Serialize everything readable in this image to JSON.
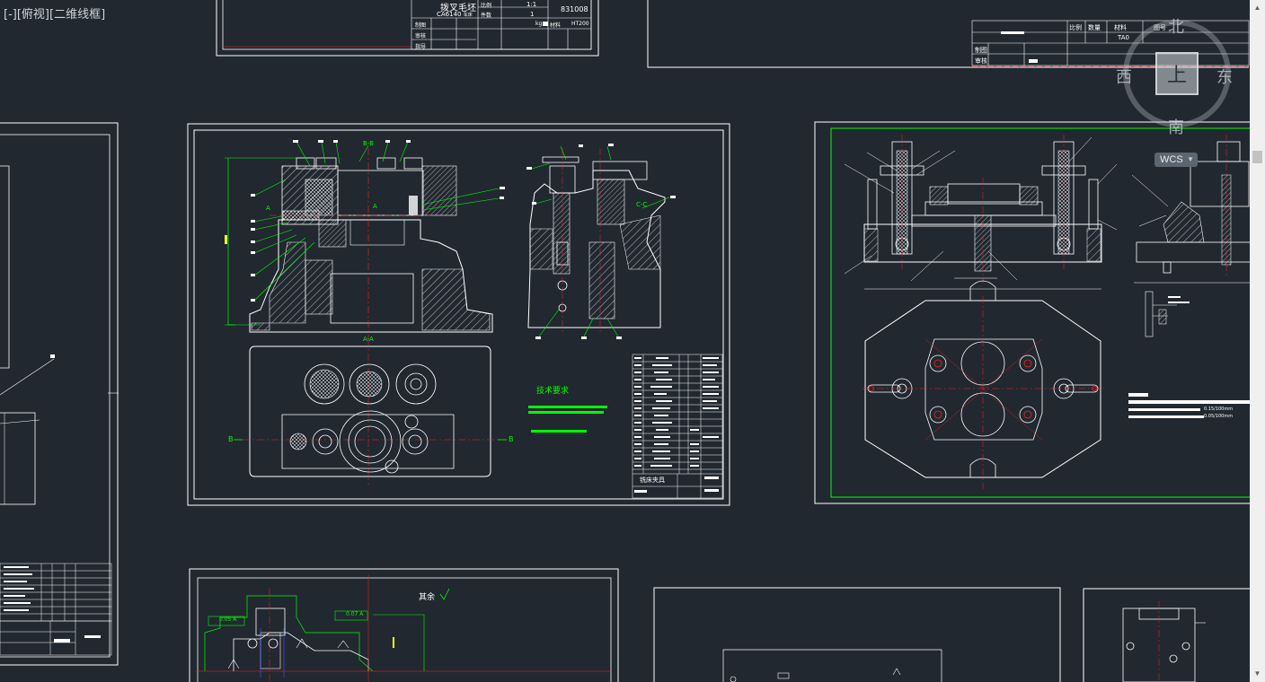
{
  "viewport": {
    "label_parts": [
      "[-]",
      "[俯视]",
      "[二维线框]"
    ]
  },
  "navcube": {
    "north": "北",
    "south": "南",
    "east": "东",
    "west": "西",
    "face": "上",
    "wcs_label": "WCS"
  },
  "sheet_top_title": {
    "part_name": "拨叉毛坯",
    "model_no": "CA6140",
    "model_suffix": "车床",
    "scale_label": "比例",
    "scale_value": "1:1",
    "qty_label": "件数",
    "qty_value": "1",
    "drawing_no": "831008",
    "weight_unit": "kg",
    "material_label": "材料",
    "material_value": "HT200",
    "row_draw": "制图",
    "row_check": "审核",
    "row_design": "指导"
  },
  "sheet_top_right_title": {
    "scale_label": "比例",
    "qty_label": "数量",
    "material_label": "材料",
    "drawing_no_label": "图号",
    "material_value": "TA0",
    "row_draw": "制图",
    "row_check": "审核"
  },
  "main_sheet": {
    "section_a": "A-A",
    "section_b": "B-B",
    "section_c": "C-C",
    "mark_a": "A",
    "mark_b": "B",
    "tech_req": "技术要求",
    "title_block": "铣床夹具"
  },
  "bottom_sheet": {
    "roughness_note": "其余",
    "tol_1": "0.05 A",
    "tol_2": "0.07 A"
  },
  "right_sheet": {
    "note_1": "0.15/100mm",
    "note_2": "0.05/100mm"
  },
  "colors": {
    "background": "#212830",
    "line_white": "#ffffff",
    "line_green": "#00ff00",
    "line_red": "#ff2020",
    "line_yellow": "#ffff00",
    "line_cyan": "#00ffff",
    "line_blue": "#4060ff"
  }
}
